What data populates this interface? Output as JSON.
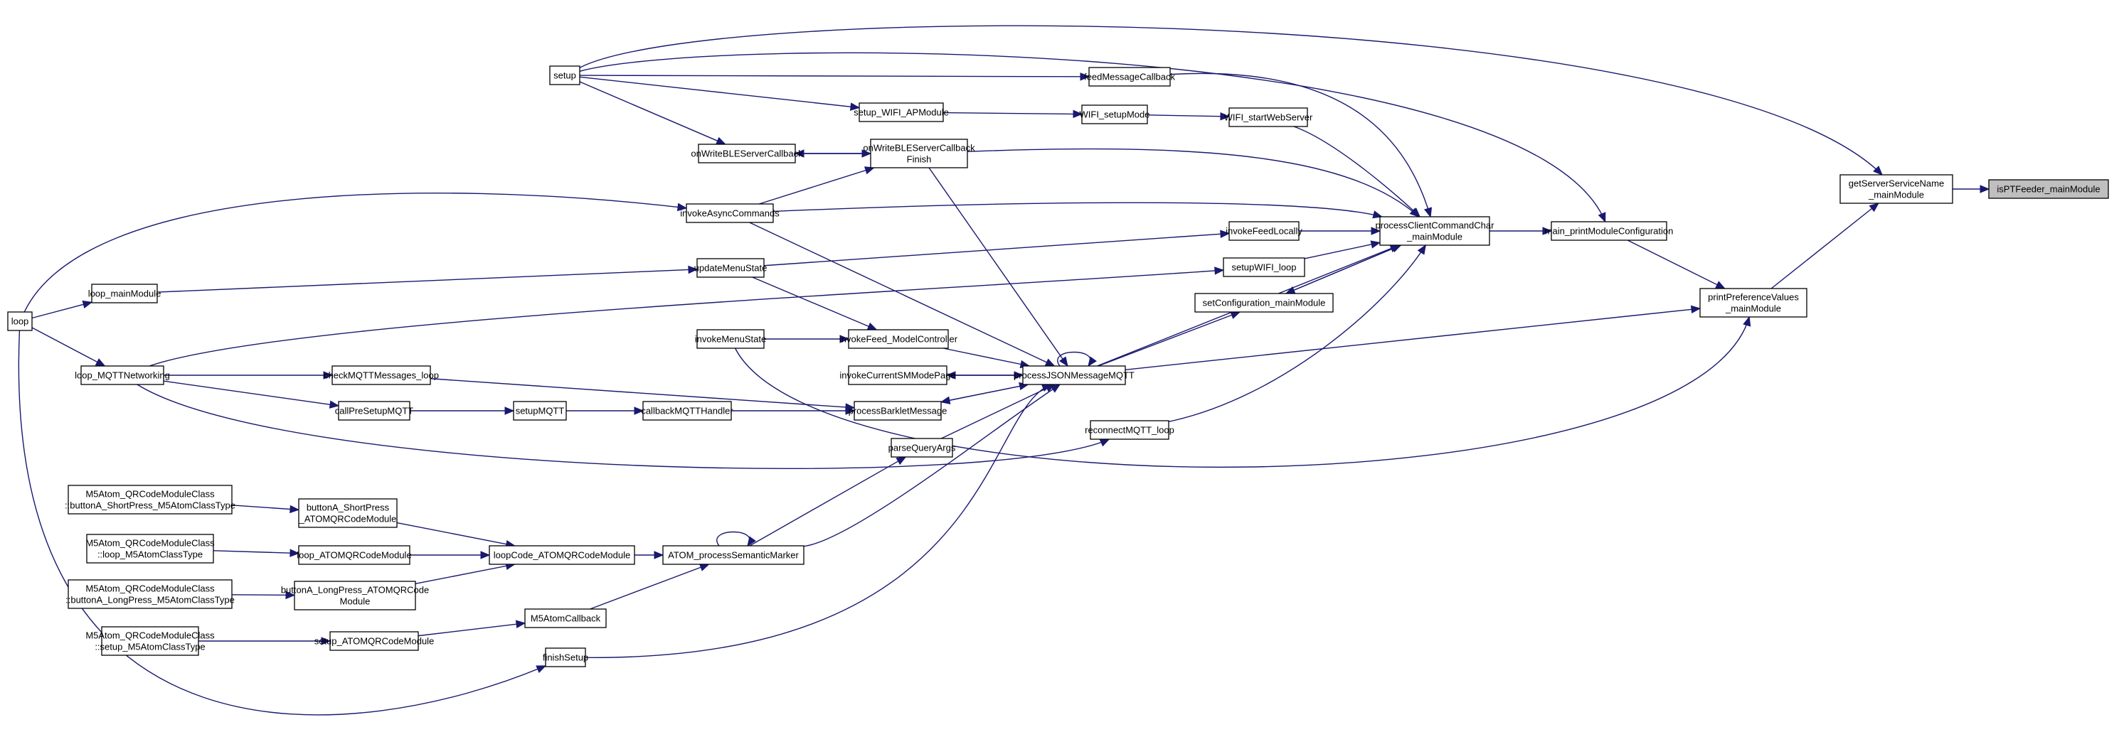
{
  "diagram": {
    "type": "call-graph",
    "title": "isPTFeeder_mainModule caller graph",
    "colors": {
      "edge": "#191970",
      "node_border": "#000000",
      "node_fill": "#ffffff",
      "highlight_fill": "#bfbfbf"
    },
    "nodes": [
      {
        "id": "isPTFeeder",
        "lines": [
          "isPTFeeder_mainModule"
        ],
        "highlight": true
      },
      {
        "id": "getServerServiceName",
        "lines": [
          "getServerServiceName",
          "_mainModule"
        ]
      },
      {
        "id": "printPreferenceValues",
        "lines": [
          "printPreferenceValues",
          "_mainModule"
        ]
      },
      {
        "id": "main_printModuleConfiguration",
        "lines": [
          "main_printModuleConfiguration"
        ]
      },
      {
        "id": "processClientCommandChar",
        "lines": [
          "processClientCommandChar",
          "_mainModule"
        ]
      },
      {
        "id": "setup",
        "lines": [
          "setup"
        ]
      },
      {
        "id": "feedMessageCallback",
        "lines": [
          "feedMessageCallback"
        ]
      },
      {
        "id": "setup_WIFI_APModule",
        "lines": [
          "setup_WIFI_APModule"
        ]
      },
      {
        "id": "WIFI_setupMode",
        "lines": [
          "WIFI_setupMode"
        ]
      },
      {
        "id": "WIFI_startWebServer",
        "lines": [
          "WIFI_startWebServer"
        ]
      },
      {
        "id": "onWriteBLEServerCallback",
        "lines": [
          "onWriteBLEServerCallback"
        ]
      },
      {
        "id": "onWriteBLEServerCallbackFinish",
        "lines": [
          "onWriteBLEServerCallback",
          "Finish"
        ]
      },
      {
        "id": "invokeAsyncCommands",
        "lines": [
          "invokeAsyncCommands"
        ]
      },
      {
        "id": "invokeFeedLocally",
        "lines": [
          "invokeFeedLocally"
        ]
      },
      {
        "id": "updateMenuState",
        "lines": [
          "updateMenuState"
        ]
      },
      {
        "id": "setupWIFI_loop",
        "lines": [
          "setupWIFI_loop"
        ]
      },
      {
        "id": "loop_mainModule",
        "lines": [
          "loop_mainModule"
        ]
      },
      {
        "id": "setConfiguration_mainModule",
        "lines": [
          "setConfiguration_mainModule"
        ]
      },
      {
        "id": "loop",
        "lines": [
          "loop"
        ]
      },
      {
        "id": "invokeMenuState",
        "lines": [
          "invokeMenuState"
        ]
      },
      {
        "id": "invokeFeed_ModelController",
        "lines": [
          "invokeFeed_ModelController"
        ]
      },
      {
        "id": "loop_MQTTNetworking",
        "lines": [
          "loop_MQTTNetworking"
        ]
      },
      {
        "id": "checkMQTTMessages_loop",
        "lines": [
          "checkMQTTMessages_loop"
        ]
      },
      {
        "id": "invokeCurrentSMModePage",
        "lines": [
          "invokeCurrentSMModePage"
        ]
      },
      {
        "id": "processJSONMessageMQTT",
        "lines": [
          "processJSONMessageMQTT"
        ]
      },
      {
        "id": "callPreSetupMQTT",
        "lines": [
          "callPreSetupMQTT"
        ]
      },
      {
        "id": "setupMQTT",
        "lines": [
          "setupMQTT"
        ]
      },
      {
        "id": "callbackMQTTHandler",
        "lines": [
          "callbackMQTTHandler"
        ]
      },
      {
        "id": "processBarkletMessage",
        "lines": [
          "processBarkletMessage"
        ]
      },
      {
        "id": "reconnectMQTT_loop",
        "lines": [
          "reconnectMQTT_loop"
        ]
      },
      {
        "id": "parseQueryArgs",
        "lines": [
          "parseQueryArgs"
        ]
      },
      {
        "id": "M5_buttonA_ShortPress",
        "lines": [
          "M5Atom_QRCodeModuleClass",
          "::buttonA_ShortPress_M5AtomClassType"
        ]
      },
      {
        "id": "buttonA_ShortPress_ATOM",
        "lines": [
          "buttonA_ShortPress",
          "_ATOMQRCodeModule"
        ]
      },
      {
        "id": "M5_loop",
        "lines": [
          "M5Atom_QRCodeModuleClass",
          "::loop_M5AtomClassType"
        ]
      },
      {
        "id": "loop_ATOMQRCodeModule",
        "lines": [
          "loop_ATOMQRCodeModule"
        ]
      },
      {
        "id": "loopCode_ATOMQRCodeModule",
        "lines": [
          "loopCode_ATOMQRCodeModule"
        ]
      },
      {
        "id": "ATOM_processSemanticMarker",
        "lines": [
          "ATOM_processSemanticMarker"
        ]
      },
      {
        "id": "M5_buttonA_LongPress",
        "lines": [
          "M5Atom_QRCodeModuleClass",
          "::buttonA_LongPress_M5AtomClassType"
        ]
      },
      {
        "id": "buttonA_LongPress_ATOM",
        "lines": [
          "buttonA_LongPress_ATOMQRCode",
          "Module"
        ]
      },
      {
        "id": "M5AtomCallback",
        "lines": [
          "M5AtomCallback"
        ]
      },
      {
        "id": "M5_setup",
        "lines": [
          "M5Atom_QRCodeModuleClass",
          "::setup_M5AtomClassType"
        ]
      },
      {
        "id": "setup_ATOMQRCodeModule",
        "lines": [
          "setup_ATOMQRCodeModule"
        ]
      },
      {
        "id": "finishSetup",
        "lines": [
          "finishSetup"
        ]
      }
    ],
    "edges": [
      {
        "from": "getServerServiceName",
        "to": "isPTFeeder"
      },
      {
        "from": "setup",
        "to": "getServerServiceName"
      },
      {
        "from": "printPreferenceValues",
        "to": "getServerServiceName"
      },
      {
        "from": "main_printModuleConfiguration",
        "to": "printPreferenceValues"
      },
      {
        "from": "processJSONMessageMQTT",
        "to": "printPreferenceValues"
      },
      {
        "from": "invokeMenuState",
        "to": "printPreferenceValues"
      },
      {
        "from": "processClientCommandChar",
        "to": "main_printModuleConfiguration"
      },
      {
        "from": "setup",
        "to": "main_printModuleConfiguration"
      },
      {
        "from": "setup",
        "to": "feedMessageCallback"
      },
      {
        "from": "setup",
        "to": "setup_WIFI_APModule"
      },
      {
        "from": "setup",
        "to": "onWriteBLEServerCallback"
      },
      {
        "from": "setup_WIFI_APModule",
        "to": "WIFI_setupMode"
      },
      {
        "from": "WIFI_setupMode",
        "to": "WIFI_startWebServer"
      },
      {
        "from": "feedMessageCallback",
        "to": "processClientCommandChar"
      },
      {
        "from": "WIFI_startWebServer",
        "to": "processClientCommandChar"
      },
      {
        "from": "onWriteBLEServerCallbackFinish",
        "to": "processClientCommandChar"
      },
      {
        "from": "invokeAsyncCommands",
        "to": "processClientCommandChar"
      },
      {
        "from": "invokeFeedLocally",
        "to": "processClientCommandChar"
      },
      {
        "from": "setupWIFI_loop",
        "to": "processClientCommandChar"
      },
      {
        "from": "setConfiguration_mainModule",
        "to": "processClientCommandChar"
      },
      {
        "from": "processJSONMessageMQTT",
        "to": "processClientCommandChar"
      },
      {
        "from": "processClientCommandChar",
        "to": "setConfiguration_mainModule"
      },
      {
        "from": "onWriteBLEServerCallbackFinish",
        "to": "onWriteBLEServerCallback"
      },
      {
        "from": "onWriteBLEServerCallback",
        "to": "onWriteBLEServerCallbackFinish"
      },
      {
        "from": "invokeAsyncCommands",
        "to": "onWriteBLEServerCallbackFinish"
      },
      {
        "from": "onWriteBLEServerCallbackFinish",
        "to": "processJSONMessageMQTT"
      },
      {
        "from": "loop",
        "to": "invokeAsyncCommands"
      },
      {
        "from": "invokeAsyncCommands",
        "to": "processJSONMessageMQTT"
      },
      {
        "from": "updateMenuState",
        "to": "invokeFeedLocally"
      },
      {
        "from": "loop_mainModule",
        "to": "updateMenuState"
      },
      {
        "from": "updateMenuState",
        "to": "invokeFeed_ModelController"
      },
      {
        "from": "loop_MQTTNetworking",
        "to": "setupWIFI_loop"
      },
      {
        "from": "loop",
        "to": "loop_mainModule"
      },
      {
        "from": "loop",
        "to": "loop_MQTTNetworking"
      },
      {
        "from": "loop",
        "to": "finishSetup"
      },
      {
        "from": "processJSONMessageMQTT",
        "to": "setConfiguration_mainModule"
      },
      {
        "from": "invokeMenuState",
        "to": "invokeFeed_ModelController"
      },
      {
        "from": "invokeFeed_ModelController",
        "to": "processJSONMessageMQTT"
      },
      {
        "from": "processJSONMessageMQTT",
        "to": "processJSONMessageMQTT"
      },
      {
        "from": "processJSONMessageMQTT",
        "to": "invokeCurrentSMModePage"
      },
      {
        "from": "invokeCurrentSMModePage",
        "to": "processJSONMessageMQTT"
      },
      {
        "from": "processJSONMessageMQTT",
        "to": "processBarkletMessage"
      },
      {
        "from": "processBarkletMessage",
        "to": "processJSONMessageMQTT"
      },
      {
        "from": "loop_MQTTNetworking",
        "to": "checkMQTTMessages_loop"
      },
      {
        "from": "loop_MQTTNetworking",
        "to": "callPreSetupMQTT"
      },
      {
        "from": "loop_MQTTNetworking",
        "to": "reconnectMQTT_loop"
      },
      {
        "from": "checkMQTTMessages_loop",
        "to": "processBarkletMessage"
      },
      {
        "from": "callPreSetupMQTT",
        "to": "setupMQTT"
      },
      {
        "from": "setupMQTT",
        "to": "callbackMQTTHandler"
      },
      {
        "from": "callbackMQTTHandler",
        "to": "processBarkletMessage"
      },
      {
        "from": "reconnectMQTT_loop",
        "to": "processClientCommandChar"
      },
      {
        "from": "parseQueryArgs",
        "to": "processJSONMessageMQTT"
      },
      {
        "from": "ATOM_processSemanticMarker",
        "to": "parseQueryArgs"
      },
      {
        "from": "ATOM_processSemanticMarker",
        "to": "processJSONMessageMQTT"
      },
      {
        "from": "ATOM_processSemanticMarker",
        "to": "ATOM_processSemanticMarker"
      },
      {
        "from": "finishSetup",
        "to": "processJSONMessageMQTT"
      },
      {
        "from": "M5_buttonA_ShortPress",
        "to": "buttonA_ShortPress_ATOM"
      },
      {
        "from": "M5_loop",
        "to": "loop_ATOMQRCodeModule"
      },
      {
        "from": "M5_buttonA_LongPress",
        "to": "buttonA_LongPress_ATOM"
      },
      {
        "from": "M5_setup",
        "to": "setup_ATOMQRCodeModule"
      },
      {
        "from": "buttonA_ShortPress_ATOM",
        "to": "loopCode_ATOMQRCodeModule"
      },
      {
        "from": "loop_ATOMQRCodeModule",
        "to": "loopCode_ATOMQRCodeModule"
      },
      {
        "from": "buttonA_LongPress_ATOM",
        "to": "loopCode_ATOMQRCodeModule"
      },
      {
        "from": "loopCode_ATOMQRCodeModule",
        "to": "ATOM_processSemanticMarker"
      },
      {
        "from": "setup_ATOMQRCodeModule",
        "to": "M5AtomCallback"
      },
      {
        "from": "M5AtomCallback",
        "to": "ATOM_processSemanticMarker"
      }
    ]
  }
}
